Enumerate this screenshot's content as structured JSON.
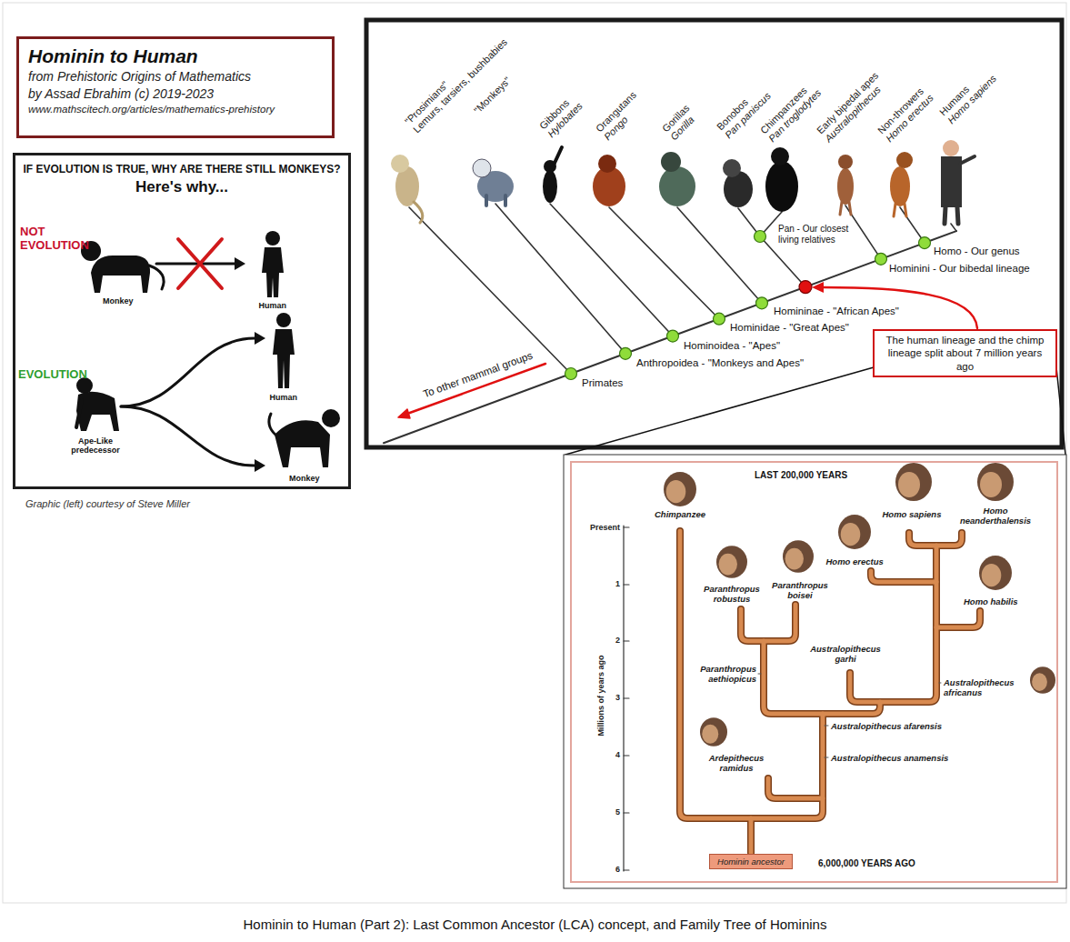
{
  "diagram": {
    "caption": "Hominin to Human (Part 2): Last Common Ancestor (LCA) concept, and Family Tree of Hominins",
    "nodes": [
      {
        "text": [
          "Hominin to Human",
          "from Prehistoric Origins of Mathematics",
          "by Assad Ebrahim (c) 2019-2023",
          "www.mathscitech.org/articles/mathematics-prehistory"
        ]
      },
      {
        "text": [
          "IF EVOLUTION IS TRUE, WHY ARE THERE STILL MONKEYS?",
          "Here's why..."
        ]
      },
      {
        "text": [
          "The human lineage and the chimp lineage split about 7 million years ago"
        ]
      },
      {
        "text": [
          "Hominin ancestor"
        ]
      }
    ],
    "labels": [
      "NOT EVOLUTION",
      "Monkey",
      "Human",
      "EVOLUTION",
      "Human",
      "Ape-Like predecessor",
      "Monkey",
      "Graphic (left) courtesy of Steve Miller",
      "\"Prosimians\"",
      "Lemurs, tarsiers, bushbabies",
      "\"Monkeys\"",
      "Gibbons",
      "Hylobates",
      "Orangutans",
      "Pongo",
      "Gorillas",
      "Gorilla",
      "Bonobos",
      "Pan paniscus",
      "Chimpanzees",
      "Pan troglodytes",
      "Early bipedal apes",
      "Australopithecus",
      "Non-throwers",
      "Homo erectus",
      "Humans",
      "Homo sapiens",
      "Pan - Our closest living relatives",
      "Homo - Our genus",
      "Hominini - Our bibedal lineage",
      "Homininae - \"African Apes\"",
      "Hominidae - \"Great Apes\"",
      "Hominoidea - \"Apes\"",
      "Anthropoidea - \"Monkeys and Apes\"",
      "Primates",
      "To other mammal groups",
      "LAST 200,000 YEARS",
      "Present",
      "1",
      "2",
      "3",
      "4",
      "5",
      "6",
      "Millions of years ago",
      "Chimpanzee",
      "Homo sapiens",
      "Homo neanderthalensis",
      "Homo erectus",
      "Homo habilis",
      "Paranthropus robustus",
      "Paranthropus boisei",
      "Paranthropus aethiopicus",
      "Australopithecus garhi",
      "Australopithecus africanus",
      "Australopithecus afarensis",
      "Australopithecus anamensis",
      "Ardepithecus ramidus",
      "6,000,000 YEARS AGO"
    ]
  }
}
